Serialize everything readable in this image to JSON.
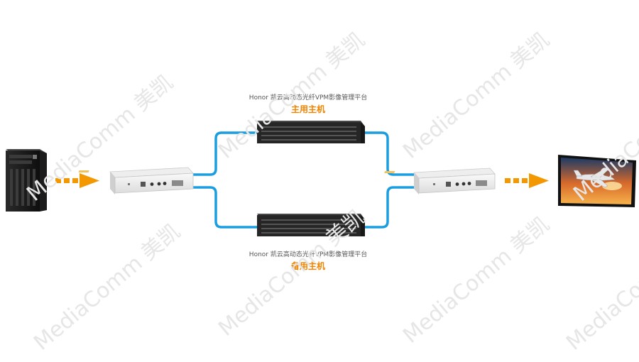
{
  "colors": {
    "fiber": "#1a9ee0",
    "arrow": "#f39800",
    "label_accent": "#f08300",
    "watermark": "#e6e6e6"
  },
  "icons": [
    "workstation-icon",
    "transmitter-icon",
    "server-icon",
    "receiver-icon",
    "display-icon",
    "arrow-icon"
  ],
  "primary": {
    "platform": "Honor 凯云高动态光纤VPM影像管理平台",
    "role": "主用主机"
  },
  "backup": {
    "platform": "Honor 凯云高动态光纤VPM影像管理平台",
    "role": "备用主机"
  },
  "watermark": "MediaComm 美凯"
}
